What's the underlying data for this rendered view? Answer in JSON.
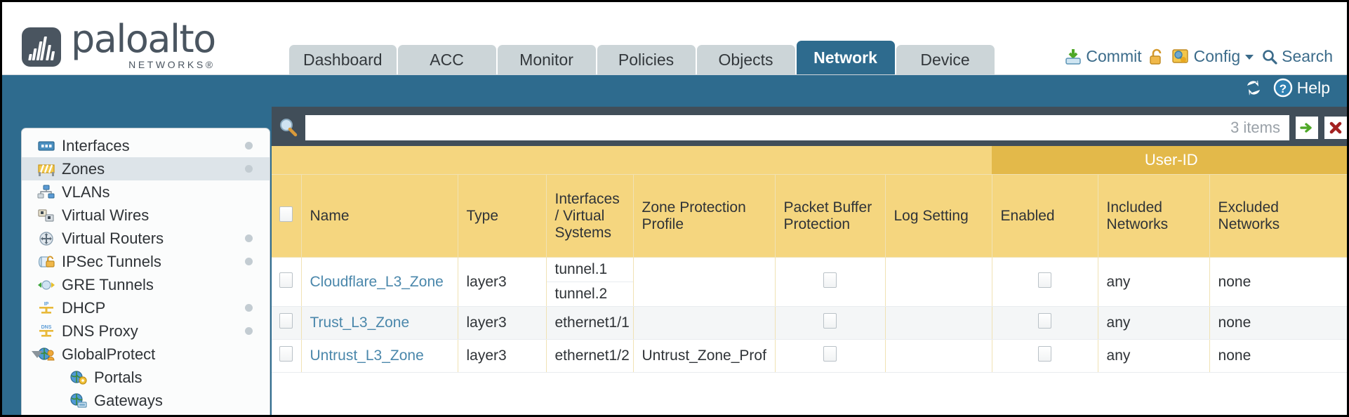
{
  "brand": {
    "name": "paloalto",
    "tagline": "NETWORKS",
    "registered": "®"
  },
  "header": {
    "tabs": [
      {
        "label": "Dashboard",
        "active": false
      },
      {
        "label": "ACC",
        "active": false
      },
      {
        "label": "Monitor",
        "active": false
      },
      {
        "label": "Policies",
        "active": false
      },
      {
        "label": "Objects",
        "active": false
      },
      {
        "label": "Network",
        "active": true
      },
      {
        "label": "Device",
        "active": false
      }
    ],
    "actions": [
      {
        "label": "Commit",
        "icon": "commit-icon"
      },
      {
        "label": "",
        "icon": "unlock-icon"
      },
      {
        "label": "Config",
        "icon": "config-wrench-icon",
        "caret": true
      },
      {
        "label": "Search",
        "icon": "search-icon"
      }
    ]
  },
  "band": {
    "refresh_icon": "refresh-icon",
    "help_label": "Help",
    "help_icon": "help-icon"
  },
  "sidebar": {
    "items": [
      {
        "label": "Interfaces",
        "icon": "interfaces-icon",
        "selected": false,
        "dot": true,
        "indent": false,
        "caret": false
      },
      {
        "label": "Zones",
        "icon": "zones-icon",
        "selected": true,
        "dot": true,
        "indent": false,
        "caret": false
      },
      {
        "label": "VLANs",
        "icon": "vlans-icon",
        "selected": false,
        "dot": false,
        "indent": false,
        "caret": false
      },
      {
        "label": "Virtual Wires",
        "icon": "virtual-wires-icon",
        "selected": false,
        "dot": false,
        "indent": false,
        "caret": false
      },
      {
        "label": "Virtual Routers",
        "icon": "virtual-routers-icon",
        "selected": false,
        "dot": true,
        "indent": false,
        "caret": false
      },
      {
        "label": "IPSec Tunnels",
        "icon": "ipsec-tunnels-icon",
        "selected": false,
        "dot": true,
        "indent": false,
        "caret": false
      },
      {
        "label": "GRE Tunnels",
        "icon": "gre-tunnels-icon",
        "selected": false,
        "dot": false,
        "indent": false,
        "caret": false
      },
      {
        "label": "DHCP",
        "icon": "dhcp-icon",
        "selected": false,
        "dot": true,
        "indent": false,
        "caret": false
      },
      {
        "label": "DNS Proxy",
        "icon": "dns-proxy-icon",
        "selected": false,
        "dot": true,
        "indent": false,
        "caret": false
      },
      {
        "label": "GlobalProtect",
        "icon": "globalprotect-icon",
        "selected": false,
        "dot": false,
        "indent": false,
        "caret": true
      },
      {
        "label": "Portals",
        "icon": "portals-icon",
        "selected": false,
        "dot": false,
        "indent": true,
        "caret": false
      },
      {
        "label": "Gateways",
        "icon": "gateways-icon",
        "selected": false,
        "dot": false,
        "indent": true,
        "caret": false
      }
    ]
  },
  "search": {
    "value": "",
    "placeholder": "",
    "items_count": "3 items",
    "apply_icon": "green-arrow-icon",
    "clear_icon": "red-x-icon",
    "magnifier_icon": "magnifier-icon"
  },
  "table": {
    "group_header": "User-ID",
    "columns": [
      "Name",
      "Type",
      "Interfaces / Virtual Systems",
      "Zone Protection Profile",
      "Packet Buffer Protection",
      "Log Setting",
      "Enabled",
      "Included Networks",
      "Excluded Networks"
    ],
    "rows": [
      {
        "checked": false,
        "name": "Cloudflare_L3_Zone",
        "type": "layer3",
        "interfaces": [
          "tunnel.1",
          "tunnel.2"
        ],
        "zone_protection_profile": "",
        "packet_buffer_protection": false,
        "log_setting": "",
        "userid_enabled": false,
        "included_networks": "any",
        "excluded_networks": "none"
      },
      {
        "checked": false,
        "name": "Trust_L3_Zone",
        "type": "layer3",
        "interfaces": [
          "ethernet1/1"
        ],
        "zone_protection_profile": "",
        "packet_buffer_protection": false,
        "log_setting": "",
        "userid_enabled": false,
        "included_networks": "any",
        "excluded_networks": "none"
      },
      {
        "checked": false,
        "name": "Untrust_L3_Zone",
        "type": "layer3",
        "interfaces": [
          "ethernet1/2"
        ],
        "zone_protection_profile": "Untrust_Zone_Prof",
        "packet_buffer_protection": false,
        "log_setting": "",
        "userid_enabled": false,
        "included_networks": "any",
        "excluded_networks": "none"
      }
    ]
  },
  "colors": {
    "brand_blue": "#2e6b8e",
    "header_yellow": "#f5d67f",
    "group_yellow": "#e3b94a",
    "link_blue": "#4a87ab",
    "panel_dark": "#414e59"
  }
}
